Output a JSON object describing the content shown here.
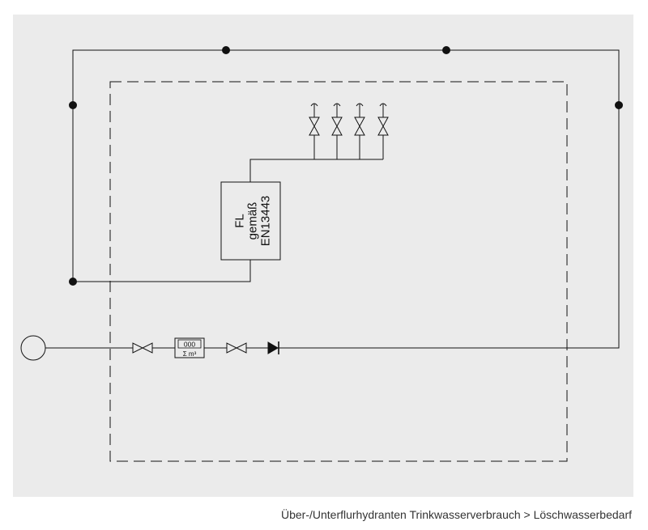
{
  "diagram": {
    "fl_box": {
      "line1": "FL",
      "line2": "gemäß",
      "line3": "EN13443"
    },
    "meter": {
      "digits": "000",
      "unit": "Σ m³"
    },
    "colors": {
      "background": "#ebebeb",
      "line": "#111111",
      "node": "#111111"
    }
  },
  "caption": "Über-/Unterflurhydranten Trinkwasserverbrauch > Löschwasserbedarf"
}
